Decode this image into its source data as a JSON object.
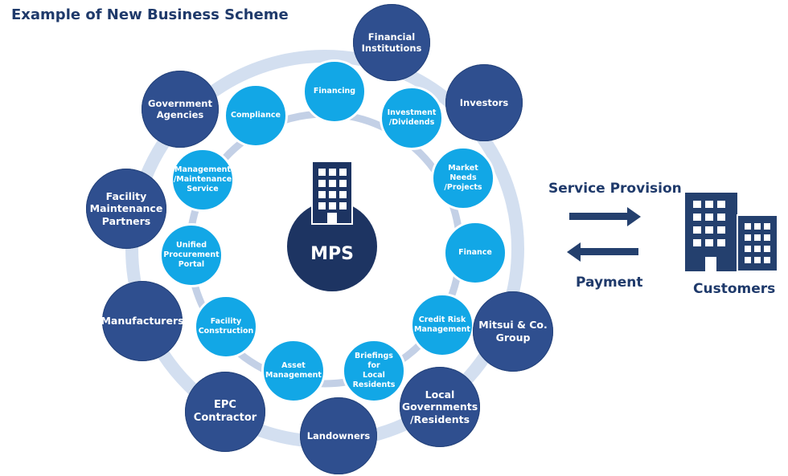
{
  "title": "Example of New Business Scheme",
  "center": {
    "label": "MPS"
  },
  "inner_nodes": [
    {
      "label": "Financing"
    },
    {
      "label": "Investment\n/Dividends"
    },
    {
      "label": "Market\nNeeds\n/Projects"
    },
    {
      "label": "Finance"
    },
    {
      "label": "Credit Risk\nManagement"
    },
    {
      "label": "Briefings for\nLocal\nResidents"
    },
    {
      "label": "Asset\nManagement"
    },
    {
      "label": "Facility\nConstruction"
    },
    {
      "label": "Unified\nProcurement\nPortal"
    },
    {
      "label": "Management\n/Maintenance\nService"
    },
    {
      "label": "Compliance"
    }
  ],
  "outer_nodes": [
    {
      "label": "Financial\nInstitutions"
    },
    {
      "label": "Investors"
    },
    {
      "label": "Mitsui & Co.\nGroup"
    },
    {
      "label": "Local\nGovernments\n/Residents"
    },
    {
      "label": "Landowners"
    },
    {
      "label": "EPC\nContractor"
    },
    {
      "label": "Manufacturers"
    },
    {
      "label": "Facility\nMaintenance\nPartners"
    },
    {
      "label": "Government\nAgencies"
    }
  ],
  "flows": {
    "service_provision": "Service Provision",
    "payment": "Payment"
  },
  "customers": {
    "label": "Customers"
  },
  "colors": {
    "title": "#1f3a6b",
    "outer_node": "#2f4f8f",
    "inner_node": "#12a7e6",
    "center": "#1d3462",
    "ring": "#d3dff0",
    "arrow": "#24406e"
  },
  "icons": {
    "center": "office-building-icon",
    "customers": "office-buildings-icon"
  }
}
